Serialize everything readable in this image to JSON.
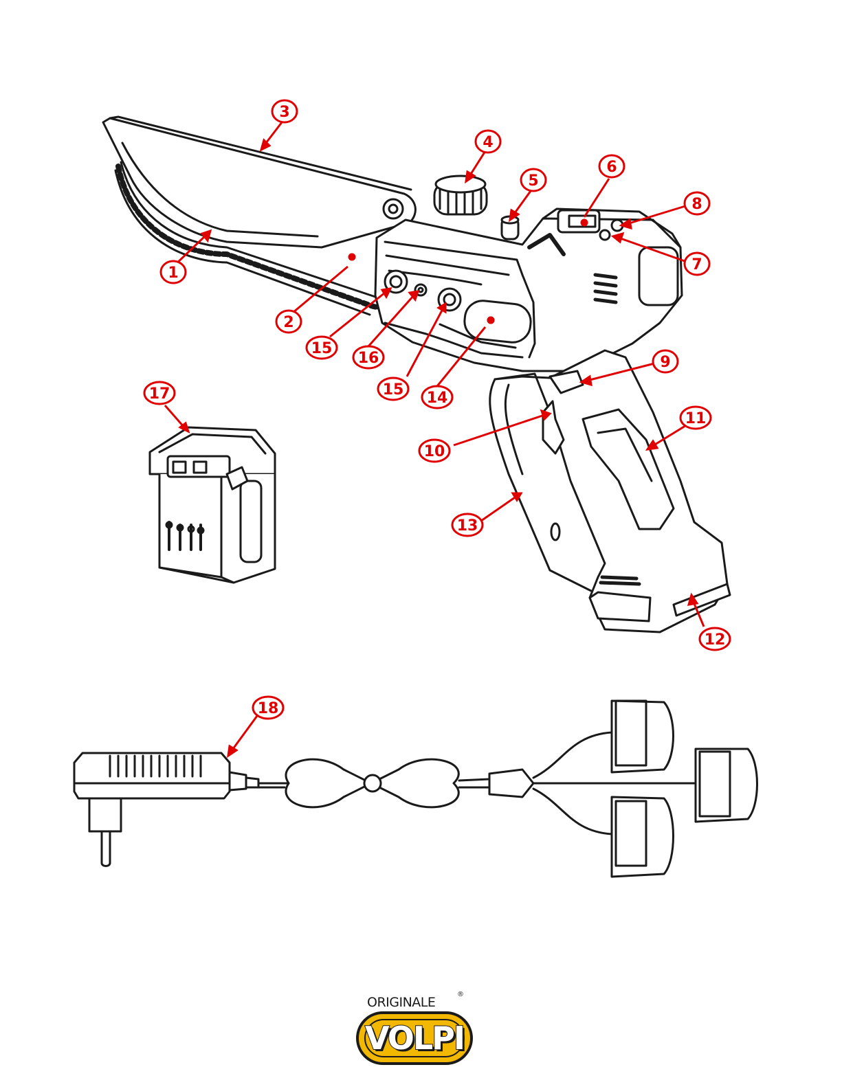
{
  "colors": {
    "callout": "#e00000",
    "line": "#1a1a1a",
    "logo_yellow": "#f2b800"
  },
  "callouts": [
    {
      "id": "1",
      "label": "1"
    },
    {
      "id": "2",
      "label": "2"
    },
    {
      "id": "3",
      "label": "3"
    },
    {
      "id": "4",
      "label": "4"
    },
    {
      "id": "5",
      "label": "5"
    },
    {
      "id": "6",
      "label": "6"
    },
    {
      "id": "7",
      "label": "7"
    },
    {
      "id": "8",
      "label": "8"
    },
    {
      "id": "9",
      "label": "9"
    },
    {
      "id": "10",
      "label": "10"
    },
    {
      "id": "11",
      "label": "11"
    },
    {
      "id": "12",
      "label": "12"
    },
    {
      "id": "13",
      "label": "13"
    },
    {
      "id": "14",
      "label": "14"
    },
    {
      "id": "15a",
      "label": "15"
    },
    {
      "id": "16",
      "label": "16"
    },
    {
      "id": "15b",
      "label": "15"
    },
    {
      "id": "17",
      "label": "17"
    },
    {
      "id": "18",
      "label": "18"
    }
  ],
  "logo": {
    "top_text": "ORIGINALE",
    "registered": "®",
    "main_text": "VOLPI"
  }
}
